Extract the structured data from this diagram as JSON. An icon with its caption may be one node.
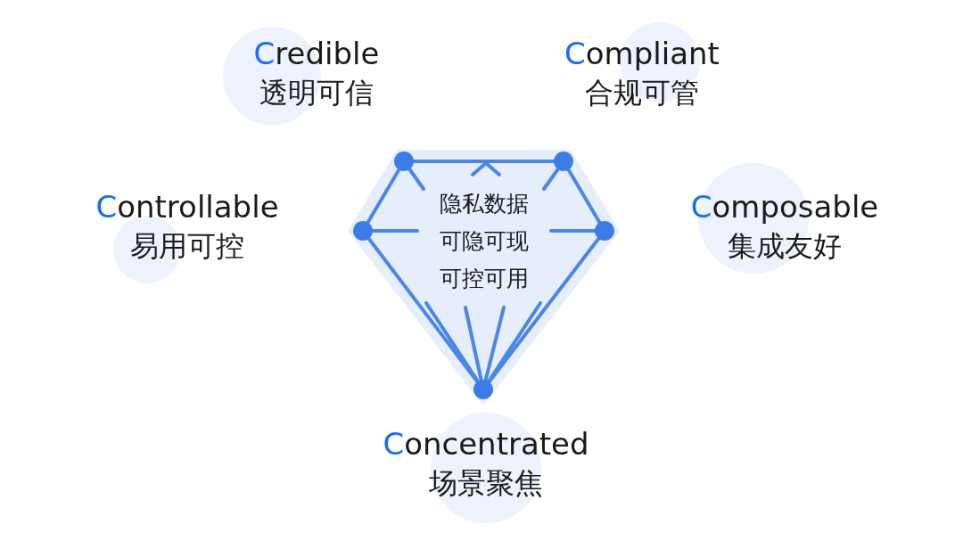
{
  "diagram": {
    "nodes": [
      {
        "text": [
          "隐私数据可隐可现可控可用"
        ]
      },
      {
        "text": [
          "Credible",
          "透明可信"
        ]
      },
      {
        "text": [
          "Compliant",
          "合规可管"
        ]
      },
      {
        "text": [
          "Controllable",
          "易用可控"
        ]
      },
      {
        "text": [
          "Composable",
          "集成友好"
        ]
      },
      {
        "text": [
          "Concentrated",
          "场景聚焦"
        ]
      }
    ]
  }
}
